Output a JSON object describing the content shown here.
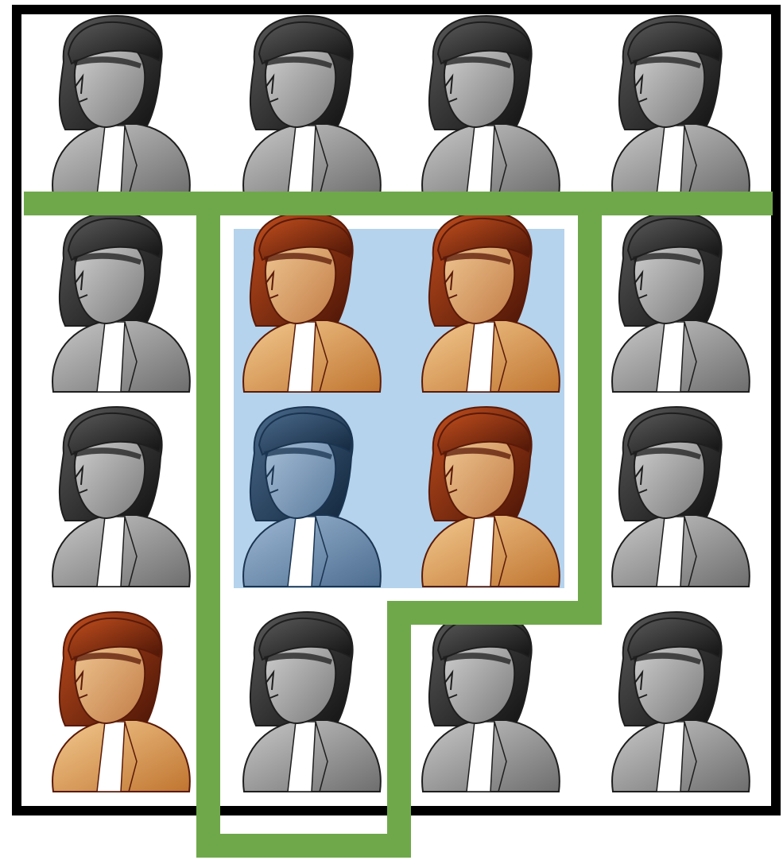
{
  "palette": {
    "background": "#ffffff",
    "outer_border": "#000000",
    "path_line": "#6fa84a",
    "selection_fill": "#b5d3ec",
    "gray_figure": [
      "#1e1e1e",
      "#5a5a5a",
      "#a6a6a6",
      "#d2d2d2"
    ],
    "orange_figure": [
      "#5a1a08",
      "#a4401c",
      "#d59b62",
      "#f0c894"
    ],
    "blue_figure": [
      "#1a3450",
      "#2e4d6b",
      "#6f8fb2",
      "#aac2da"
    ]
  },
  "grid": {
    "rows": 4,
    "columns": 4,
    "people": [
      {
        "row": 0,
        "col": 0,
        "variant": "gray",
        "icon": "person-icon"
      },
      {
        "row": 0,
        "col": 1,
        "variant": "gray",
        "icon": "person-icon"
      },
      {
        "row": 0,
        "col": 2,
        "variant": "gray",
        "icon": "person-icon"
      },
      {
        "row": 0,
        "col": 3,
        "variant": "gray",
        "icon": "person-icon"
      },
      {
        "row": 1,
        "col": 0,
        "variant": "gray",
        "icon": "person-icon"
      },
      {
        "row": 1,
        "col": 1,
        "variant": "orange",
        "icon": "person-icon"
      },
      {
        "row": 1,
        "col": 2,
        "variant": "orange",
        "icon": "person-icon"
      },
      {
        "row": 1,
        "col": 3,
        "variant": "gray",
        "icon": "person-icon"
      },
      {
        "row": 2,
        "col": 0,
        "variant": "gray",
        "icon": "person-icon"
      },
      {
        "row": 2,
        "col": 1,
        "variant": "blue",
        "icon": "person-icon"
      },
      {
        "row": 2,
        "col": 2,
        "variant": "orange",
        "icon": "person-icon"
      },
      {
        "row": 2,
        "col": 3,
        "variant": "gray",
        "icon": "person-icon"
      },
      {
        "row": 3,
        "col": 0,
        "variant": "orange",
        "icon": "person-icon"
      },
      {
        "row": 3,
        "col": 1,
        "variant": "gray",
        "icon": "person-icon"
      },
      {
        "row": 3,
        "col": 2,
        "variant": "gray",
        "icon": "person-icon"
      },
      {
        "row": 3,
        "col": 3,
        "variant": "gray",
        "icon": "person-icon"
      }
    ]
  },
  "selection": {
    "rows": [
      1,
      2
    ],
    "cols": [
      1,
      2
    ]
  }
}
